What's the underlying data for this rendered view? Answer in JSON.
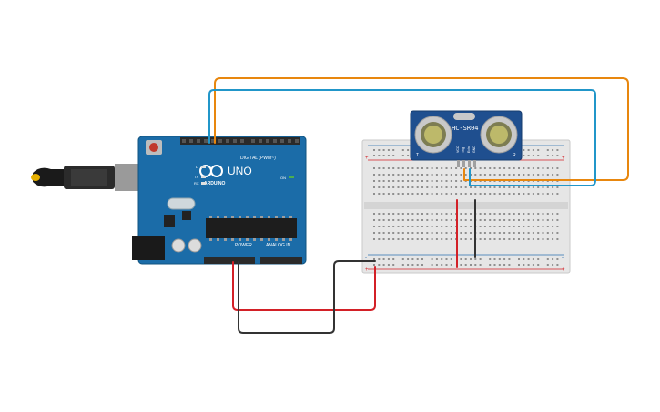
{
  "arduino": {
    "brand": "ARDUINO",
    "model": "UNO",
    "digital_label": "DIGITAL (PWM~)",
    "power_label": "POWER",
    "analog_label": "ANALOG IN",
    "on_label": "ON",
    "led_l": "L",
    "led_tx": "TX",
    "led_rx": "RX"
  },
  "sensor": {
    "model": "HC-SR04",
    "pin_labels": [
      "VCC",
      "Trig",
      "Echo",
      "GND"
    ],
    "side_left": "T",
    "side_right": "R"
  },
  "breadboard": {
    "plus": "+",
    "minus": "-"
  },
  "wire_colors": {
    "trig": "#e8870e",
    "echo": "#2196c9",
    "power": "#d32027",
    "ground": "#333333"
  }
}
